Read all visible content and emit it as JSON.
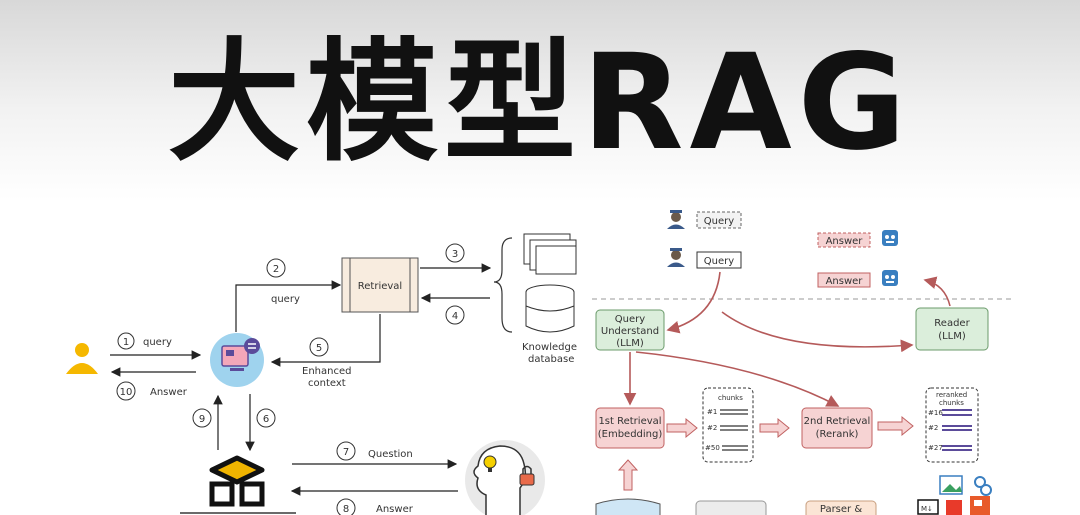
{
  "title": "大模型RAG",
  "left_diagram": {
    "retrieval_label": "Retrieval",
    "kb_label_1": "Knowledge",
    "kb_label_2": "database",
    "steps": {
      "s1": "1",
      "s2": "2",
      "s3": "3",
      "s4": "4",
      "s5": "5",
      "s6": "6",
      "s7": "7",
      "s8": "8",
      "s9": "9",
      "s10": "10"
    },
    "labels": {
      "query_user": "query",
      "query_retr": "query",
      "answer_user": "Answer",
      "enhanced_1": "Enhanced",
      "enhanced_2": "context",
      "question": "Question",
      "answer_llm": "Answer"
    }
  },
  "right_diagram": {
    "query_dashed": "Query",
    "query_solid": "Query",
    "answer_1": "Answer",
    "answer_2": "Answer",
    "query_understand_1": "Query",
    "query_understand_2": "Understand",
    "query_understand_3": "(LLM)",
    "reader_1": "Reader",
    "reader_2": "(LLM)",
    "first_retrieval_1": "1st Retrieval",
    "first_retrieval_2": "(Embedding)",
    "second_retrieval_1": "2nd Retrieval",
    "second_retrieval_2": "(Rerank)",
    "chunks_label": "chunks",
    "chunk_ids": [
      "#1",
      "#2",
      "#50"
    ],
    "reranked_label_1": "reranked",
    "reranked_label_2": "chunks",
    "reranked_ids": [
      "#16",
      "#2",
      "#27"
    ],
    "parse_label": "Parser &",
    "md_label": "M↓"
  },
  "colors": {
    "green_fill": "#dbeedb",
    "green_stroke": "#6b9b6b",
    "pink_fill": "#f6d3d3",
    "pink_stroke": "#c06060",
    "arrow_red": "#b55a5a",
    "purple": "#5b4b9a",
    "user_yellow": "#f5b800"
  }
}
